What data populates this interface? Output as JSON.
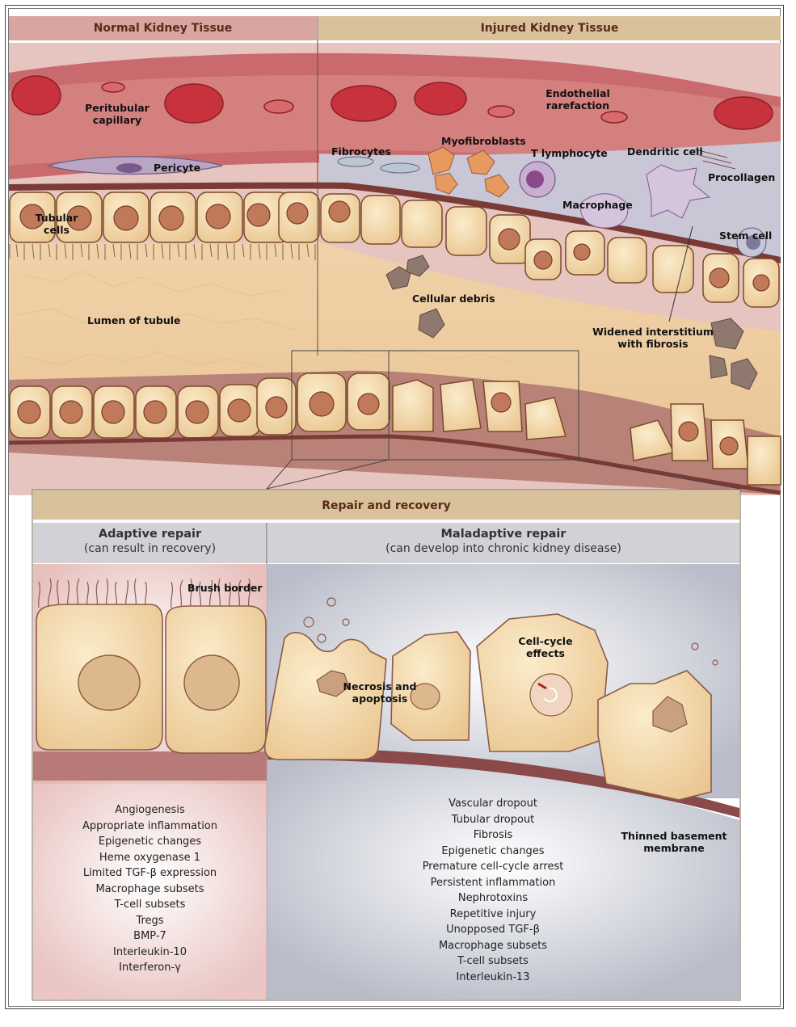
{
  "headers": {
    "normal": "Normal Kidney Tissue",
    "injured": "Injured Kidney Tissue",
    "repair": "Repair and recovery"
  },
  "labels": {
    "peritubular_capillary": "Peritubular capillary",
    "pericyte": "Pericyte",
    "tubular_cells": "Tubular cells",
    "lumen": "Lumen of tubule",
    "endothelial_rarefaction": "Endothelial rarefaction",
    "fibrocytes": "Fibrocytes",
    "myofibroblasts": "Myofibroblasts",
    "t_lymphocyte": "T lymphocyte",
    "dendritic_cell": "Dendritic cell",
    "procollagen": "Procollagen",
    "macrophage": "Macrophage",
    "stem_cell": "Stem cell",
    "cellular_debris": "Cellular debris",
    "widened_interstitium": "Widened interstitium with fibrosis",
    "brush_border": "Brush border",
    "necrosis": "Necrosis and apoptosis",
    "cell_cycle": "Cell-cycle effects",
    "thinned_membrane": "Thinned basement membrane"
  },
  "adaptive": {
    "title": "Adaptive repair",
    "subtitle": "(can result in recovery)",
    "items": [
      "Angiogenesis",
      "Appropriate inflammation",
      "Epigenetic changes",
      "Heme oxygenase 1",
      "Limited TGF-β expression",
      "Macrophage subsets",
      "T-cell subsets",
      "Tregs",
      "BMP-7",
      "Interleukin-10",
      "Interferon-γ"
    ]
  },
  "maladaptive": {
    "title": "Maladaptive repair",
    "subtitle": "(can develop into chronic kidney disease)",
    "items": [
      "Vascular dropout",
      "Tubular dropout",
      "Fibrosis",
      "Epigenetic changes",
      "Premature cell-cycle arrest",
      "Persistent inflammation",
      "Nephrotoxins",
      "Repetitive injury",
      "Unopposed TGF-β",
      "Macrophage subsets",
      "T-cell subsets",
      "Interleukin-13"
    ]
  },
  "colors": {
    "header_normal": "#d9a5a0",
    "header_injured": "#d9c29a",
    "cell_fill": "#f3d9a8",
    "nucleus": "#c99a78",
    "capillary": "#c0505a",
    "rbc": "#c8323c"
  }
}
